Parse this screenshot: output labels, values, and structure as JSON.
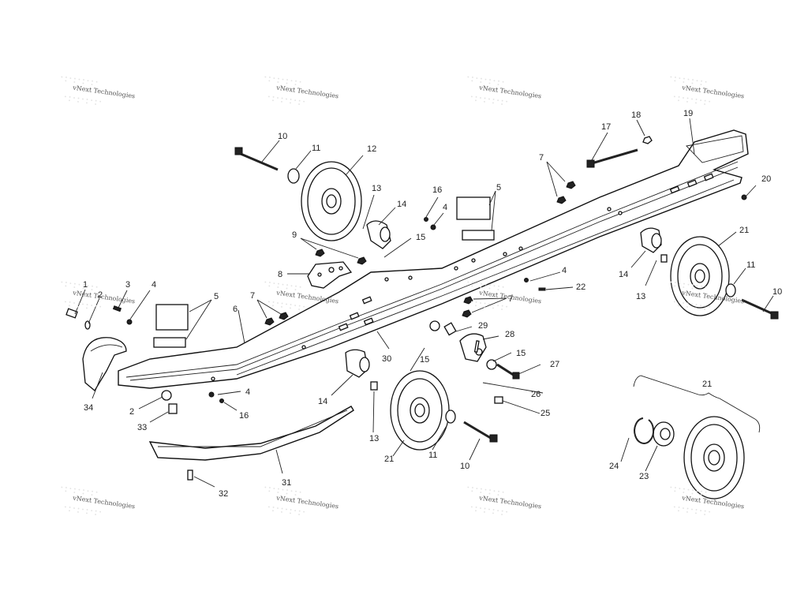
{
  "watermark": "vNext Technologies",
  "watermarks_count": 12,
  "callouts": [
    {
      "id": "c1",
      "label": "1"
    },
    {
      "id": "c2a",
      "label": "2"
    },
    {
      "id": "c3",
      "label": "3"
    },
    {
      "id": "c4a",
      "label": "4"
    },
    {
      "id": "c5a",
      "label": "5"
    },
    {
      "id": "c6",
      "label": "6"
    },
    {
      "id": "c7a",
      "label": "7"
    },
    {
      "id": "c8",
      "label": "8"
    },
    {
      "id": "c9",
      "label": "9"
    },
    {
      "id": "c10a",
      "label": "10"
    },
    {
      "id": "c11a",
      "label": "11"
    },
    {
      "id": "c12",
      "label": "12"
    },
    {
      "id": "c13a",
      "label": "13"
    },
    {
      "id": "c14a",
      "label": "14"
    },
    {
      "id": "c15a",
      "label": "15"
    },
    {
      "id": "c16a",
      "label": "16"
    },
    {
      "id": "c4b",
      "label": "4"
    },
    {
      "id": "c5b",
      "label": "5"
    },
    {
      "id": "c17",
      "label": "17"
    },
    {
      "id": "c18",
      "label": "18"
    },
    {
      "id": "c19",
      "label": "19"
    },
    {
      "id": "c7b",
      "label": "7"
    },
    {
      "id": "c20",
      "label": "20"
    },
    {
      "id": "c21a",
      "label": "21"
    },
    {
      "id": "c11b",
      "label": "11"
    },
    {
      "id": "c10b",
      "label": "10"
    },
    {
      "id": "c14b",
      "label": "14"
    },
    {
      "id": "c13b",
      "label": "13"
    },
    {
      "id": "c4c",
      "label": "4"
    },
    {
      "id": "c22",
      "label": "22"
    },
    {
      "id": "c7c",
      "label": "7"
    },
    {
      "id": "c29",
      "label": "29"
    },
    {
      "id": "c28",
      "label": "28"
    },
    {
      "id": "c15b",
      "label": "15"
    },
    {
      "id": "c27",
      "label": "27"
    },
    {
      "id": "c26",
      "label": "26"
    },
    {
      "id": "c25",
      "label": "25"
    },
    {
      "id": "c30",
      "label": "30"
    },
    {
      "id": "c15c",
      "label": "15"
    },
    {
      "id": "c14c",
      "label": "14"
    },
    {
      "id": "c13c",
      "label": "13"
    },
    {
      "id": "c21b",
      "label": "21"
    },
    {
      "id": "c11c",
      "label": "11"
    },
    {
      "id": "c10c",
      "label": "10"
    },
    {
      "id": "c34",
      "label": "34"
    },
    {
      "id": "c2b",
      "label": "2"
    },
    {
      "id": "c33",
      "label": "33"
    },
    {
      "id": "c4d",
      "label": "4"
    },
    {
      "id": "c16b",
      "label": "16"
    },
    {
      "id": "c31",
      "label": "31"
    },
    {
      "id": "c32",
      "label": "32"
    },
    {
      "id": "c21c",
      "label": "21"
    },
    {
      "id": "c24",
      "label": "24"
    },
    {
      "id": "c23",
      "label": "23"
    }
  ]
}
